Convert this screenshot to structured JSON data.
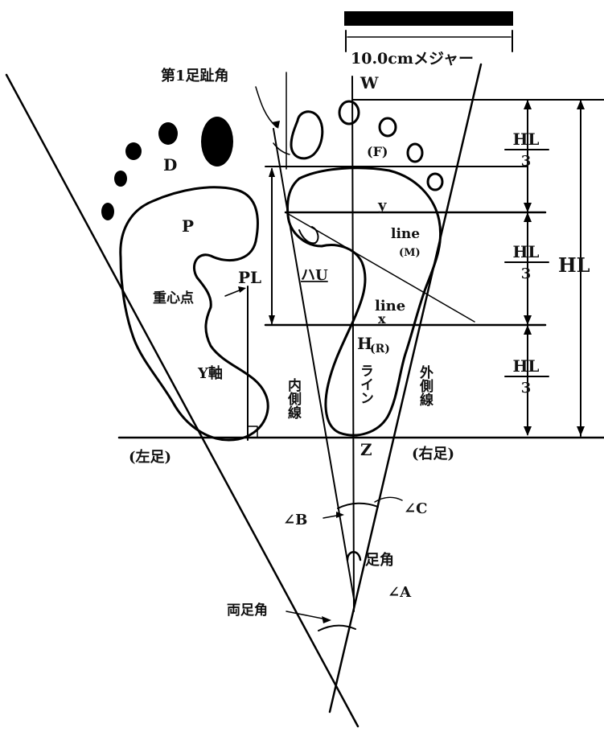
{
  "scale_label": "10.0cmメジャー",
  "labels": {
    "first_toe_angle": "第1足趾角",
    "W": "W",
    "D": "D",
    "F": "(F)",
    "P": "P",
    "y": "y",
    "line_m_1": "line",
    "line_m_2": "(M)",
    "line_r_1": "line",
    "x": "x",
    "H": "H",
    "R": "(R)",
    "PL": "PL",
    "arch": "ハU",
    "center_point": "重心点",
    "y_axis": "Y軸",
    "inner_line": "内側線",
    "h_line": "ライン",
    "outer_line": "外側線",
    "left_foot": "(左足)",
    "Z": "Z",
    "right_foot": "(右足)",
    "angle_b": "∠B",
    "angle_c": "∠C",
    "foot_angle": "足角",
    "angle_a": "∠A",
    "both_feet_angle": "両足角"
  },
  "hl_fraction": {
    "num": "HL",
    "den": "3"
  },
  "hl_total": "HL"
}
